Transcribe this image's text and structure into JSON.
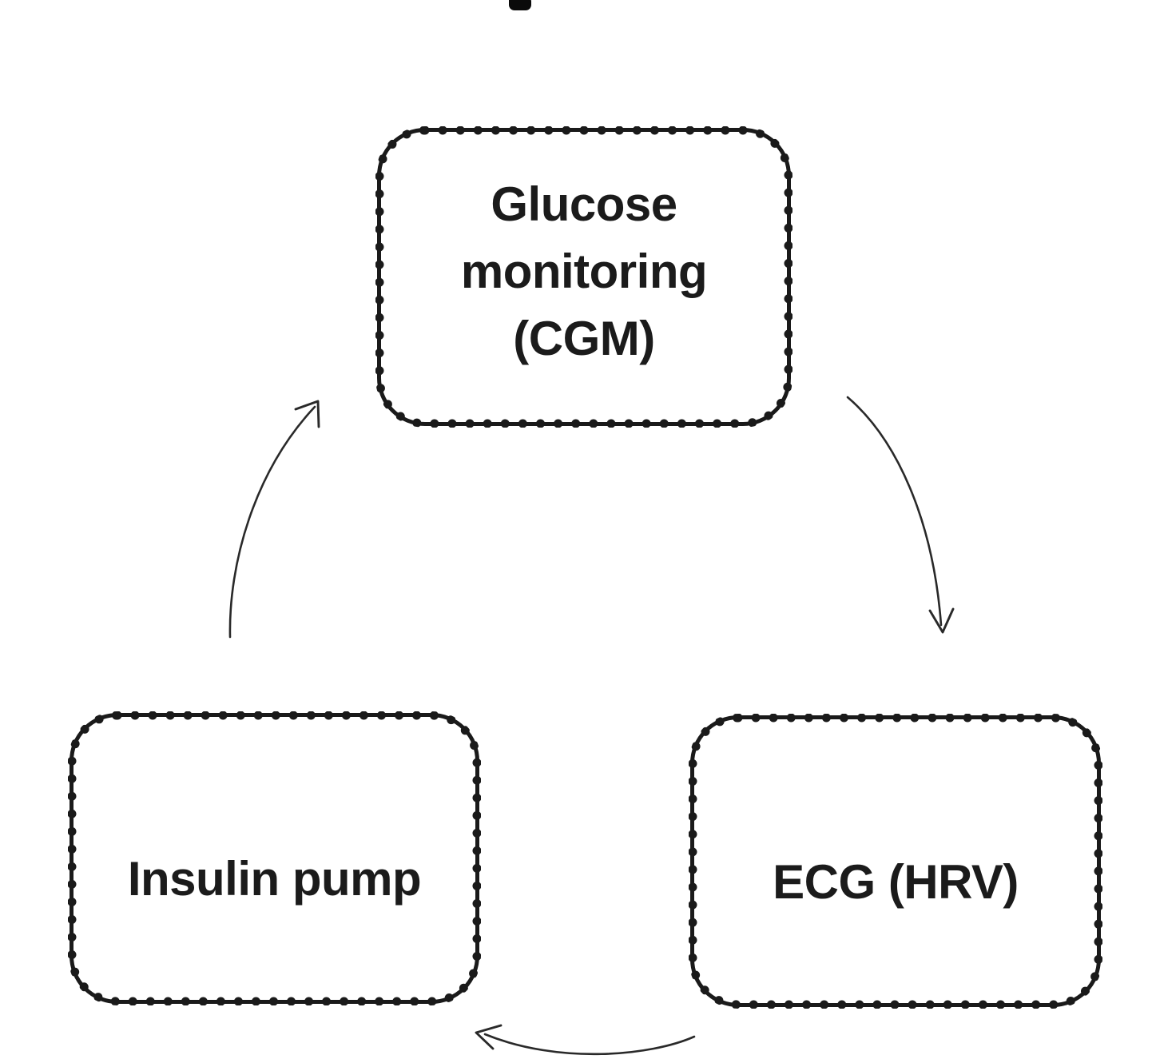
{
  "diagram": {
    "background_color": "#ffffff",
    "ink_color": "#1b1b1b",
    "nodes": {
      "glucose_monitoring": {
        "lines": [
          "Glucose",
          "monitoring",
          "(CGM)"
        ]
      },
      "insulin_pump": {
        "lines": [
          "Insulin pump"
        ]
      },
      "ecg": {
        "lines": [
          "ECG (HRV)"
        ]
      }
    },
    "edges": [
      {
        "from": "Glucose monitoring (CGM)",
        "to": "ECG (HRV)"
      },
      {
        "from": "ECG (HRV)",
        "to": "Insulin pump"
      },
      {
        "from": "Insulin pump",
        "to": "Glucose monitoring (CGM)"
      }
    ]
  }
}
